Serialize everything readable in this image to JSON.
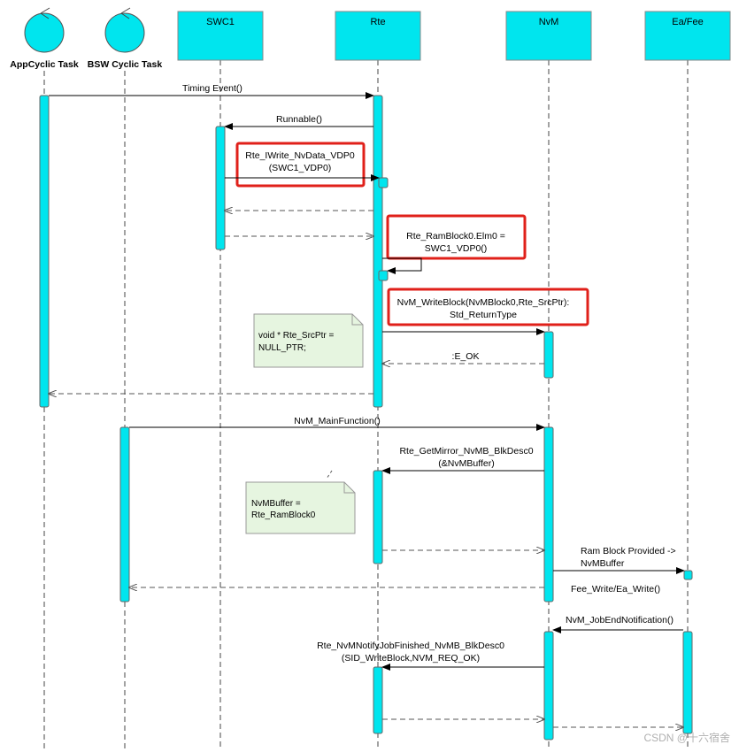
{
  "participants": {
    "app_cyclic_task": "AppCyclic Task",
    "bsw_cyclic_task": "BSW Cyclic Task",
    "swc1": "SWC1",
    "rte": "Rte",
    "nvm": "NvM",
    "ea_fee": "Ea/Fee"
  },
  "messages": {
    "timing_event": "Timing Event()",
    "runnable": "Runnable()",
    "rte_iwrite_line1": "Rte_IWrite_NvData_VDP0",
    "rte_iwrite_line2": "(SWC1_VDP0)",
    "ramblock_line1": "Rte_RamBlock0.Elm0 =",
    "ramblock_line2": "SWC1_VDP0()",
    "nvm_writeblock_line1": "NvM_WriteBlock(NvMBlock0,Rte_SrcPtr):",
    "nvm_writeblock_line2": "Std_ReturnType",
    "e_ok": ":E_OK",
    "nvm_mainfunction": "NvM_MainFunction()",
    "getmirror_line1": "Rte_GetMirror_NvMB_BlkDesc0",
    "getmirror_line2": "(&NvMBuffer)",
    "ram_block_provided_line1": "Ram Block Provided ->",
    "ram_block_provided_line2": "NvMBuffer",
    "fee_write": "Fee_Write/Ea_Write()",
    "jobend_notification": "NvM_JobEndNotification()",
    "notify_line1": "Rte_NvMNotifyJobFinished_NvMB_BlkDesc0",
    "notify_line2": "(SID_WriteBlock,NVM_REQ_OK)"
  },
  "notes": {
    "srcptr_line1": "void * Rte_SrcPtr =",
    "srcptr_line2": "NULL_PTR;",
    "nvmbuffer_line1": "NvMBuffer =",
    "nvmbuffer_line2": "Rte_RamBlock0"
  },
  "watermark": "CSDN @十六宿舍",
  "colors": {
    "participant_fill": "#00e5ee",
    "activation_fill": "#00e5ee",
    "note_fill": "#e6f5e0",
    "highlight_border": "#e0201a",
    "line": "#000000"
  }
}
